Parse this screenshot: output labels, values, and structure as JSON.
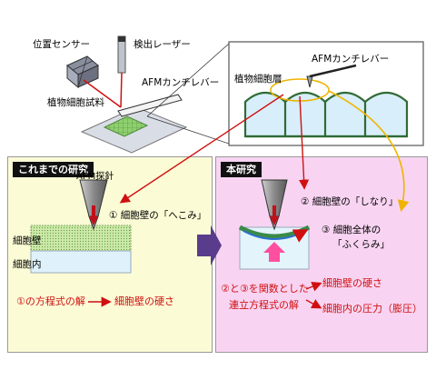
{
  "labels": {
    "position_sensor": "位置センサー",
    "detection_laser": "検出レーザー",
    "afm_cantilever": "AFMカンチレバー",
    "plant_cell_sample": "植物細胞試料",
    "afm_cantilever_inset": "AFMカンチレバー",
    "plant_cell_layer": "植物細胞層"
  },
  "left_panel": {
    "header": "これまでの研究",
    "probe": "AFM探針",
    "indent": "① 細胞壁の「へこみ」",
    "wall": "細胞壁",
    "inside": "細胞内",
    "eq_lhs": "①の方程式の解",
    "eq_rhs": "細胞壁の硬さ"
  },
  "right_panel": {
    "header": "本研究",
    "flex": "② 細胞壁の「しなり」",
    "swell_line1": "③ 細胞全体の",
    "swell_line2": "「ふくらみ」",
    "eq_line1": "②と③を関数とした",
    "eq_line2": "連立方程式の解",
    "result1": "細胞壁の硬さ",
    "result2": "細胞内の圧力（膨圧）"
  },
  "colors": {
    "red": "#d01010",
    "orange": "#f0b400",
    "left_bg": "#fbfbd6",
    "right_bg": "#f8d4f2",
    "arrow_purple": "#5a3c8c",
    "cell_fill": "#d8eefb"
  }
}
